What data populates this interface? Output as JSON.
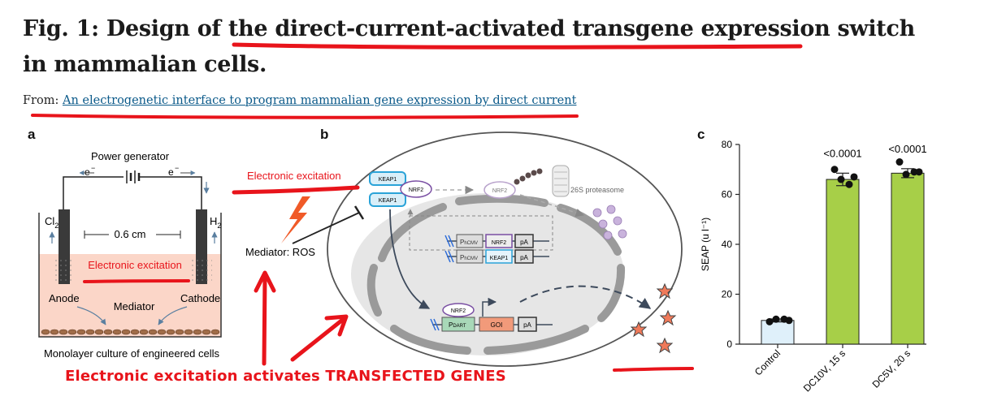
{
  "figure": {
    "title": "Fig. 1: Design of the direct-current-activated transgene expression switch in mammalian cells.",
    "from_label": "From:",
    "source_link": "An electrogenetic interface to program mammalian gene expression by direct current"
  },
  "panels": {
    "a": {
      "letter": "a",
      "power_generator": "Power generator",
      "electron_left": "e",
      "electron_right": "e",
      "cl2": "Cl",
      "h2": "H",
      "distance": "0.6 cm",
      "electronic_excitation": "Electronic excitation",
      "anode": "Anode",
      "cathode": "Cathode",
      "mediator": "Mediator",
      "monolayer": "Monolayer culture of engineered cells"
    },
    "b": {
      "letter": "b",
      "electronic_excitation": "Electronic excitation",
      "mediator_ros": "Mediator: ROS",
      "keap1": "KEAP1",
      "nrf2": "NRF2",
      "proteasome": "26S proteasome",
      "phcmv": "P",
      "phcmv_sub": "hCMV",
      "part": "P",
      "part_sub": "DART",
      "goi": "GOI",
      "pa": "pA"
    },
    "c": {
      "letter": "c",
      "ylabel": "SEAP (u l⁻¹)"
    }
  },
  "chart_data": {
    "type": "bar",
    "categories": [
      "Control",
      "DC10V, 15 s",
      "DC5V, 20 s"
    ],
    "values": [
      9.5,
      66,
      68.5
    ],
    "errors": [
      0.6,
      2.5,
      1.8
    ],
    "points": [
      [
        9,
        10,
        10,
        9.5
      ],
      [
        70,
        66,
        64,
        67
      ],
      [
        73,
        68,
        69,
        69
      ]
    ],
    "annotations": [
      "",
      "<0.0001",
      "<0.0001"
    ],
    "ylabel": "SEAP (u l⁻¹)",
    "ylim": [
      0,
      80
    ],
    "yticks": [
      0,
      20,
      40,
      60,
      80
    ],
    "bar_colors": [
      "#dff0fa",
      "#a7cf48",
      "#a7cf48"
    ],
    "grid": false
  },
  "annotation_caption": "Electronic excitation activates TRANSFECTED GENES",
  "colors": {
    "annotation_red": "#e8141b",
    "link_blue": "#0b5a8a",
    "bar_green": "#a7cf48",
    "bar_control": "#dff0fa",
    "medium": "#fbd6c8",
    "lightning": "#f05a28"
  }
}
